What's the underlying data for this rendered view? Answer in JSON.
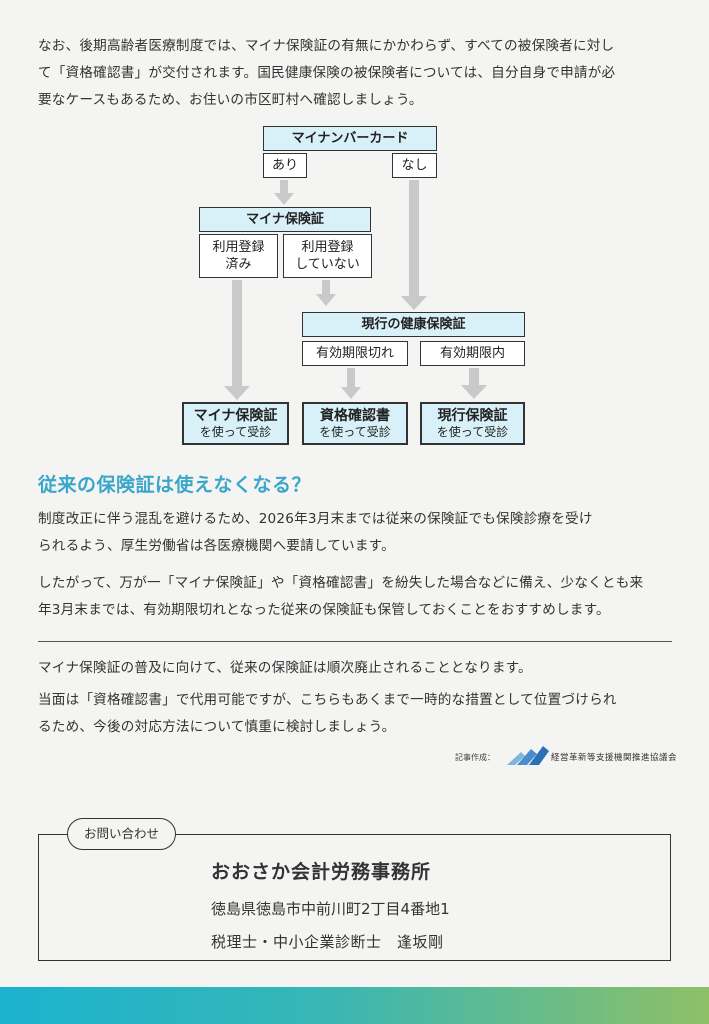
{
  "intro": {
    "line1": "なお、後期高齢者医療制度では、マイナ保険証の有無にかかわらず、すべての被保険者に対し",
    "line2": "て「資格確認書」が交付されます。国民健康保険の被保険者については、自分自身で申請が必",
    "line3": "要なケースもあるため、お住いの市区町村へ確認しましょう。"
  },
  "flow": {
    "card": "マイナンバーカード",
    "yes": "あり",
    "no": "なし",
    "mynaho": "マイナ保険証",
    "reg_done_1": "利用登録",
    "reg_done_2": "済み",
    "reg_not_1": "利用登録",
    "reg_not_2": "していない",
    "current": "現行の健康保険証",
    "expired": "有効期限切れ",
    "valid": "有効期限内",
    "res1_title": "マイナ保険証",
    "res1_sub": "を使って受診",
    "res2_title": "資格確認書",
    "res2_sub": "を使って受診",
    "res3_title": "現行保険証",
    "res3_sub": "を使って受診"
  },
  "section": {
    "heading": "従来の保険証は使えなくなる？",
    "p1_l1": "制度改正に伴う混乱を避けるため、2026年3月末までは従来の保険証でも保険診療を受け",
    "p1_l2": "られるよう、厚生労働省は各医療機関へ要請しています。",
    "p2_l1": "したがって、万が一「マイナ保険証」や「資格確認書」を紛失した場合などに備え、少なくとも来",
    "p2_l2": "年3月末までは、有効期限切れとなった従来の保険証も保管しておくことをおすすめします。"
  },
  "closing": {
    "p1": "マイナ保険証の普及に向けて、従来の保険証は順次廃止されることとなります。",
    "p2_l1": "当面は「資格確認書」で代用可能ですが、こちらもあくまで一時的な措置として位置づけられ",
    "p2_l2": "るため、今後の対応方法について慎重に検討しましょう。"
  },
  "author": {
    "label": "記事作成：",
    "org": "経営革新等支援機関推進協議会"
  },
  "contact": {
    "tag": "お問い合わせ",
    "office": "おおさか会計労務事務所",
    "address": "徳島県徳島市中前川町2丁目4番地1",
    "person": "税理士・中小企業診断士　逢坂剛"
  },
  "colors": {
    "accent": "#3aa6c9",
    "box_fill": "#d8f1f8",
    "arrow": "#c8c8c8"
  }
}
